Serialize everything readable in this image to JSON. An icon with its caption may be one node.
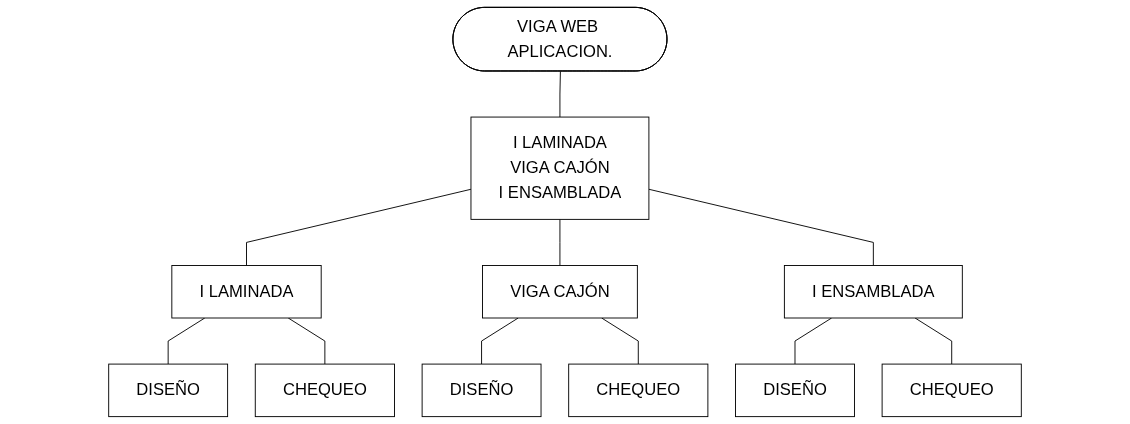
{
  "diagram": {
    "nodes": [
      {
        "text": [
          "VIGA WEB APLICACION."
        ]
      },
      {
        "text": [
          "I LAMINADA",
          "VIGA CAJÓN",
          "I ENSAMBLADA"
        ]
      },
      {
        "text": [
          "I LAMINADA"
        ]
      },
      {
        "text": [
          "VIGA CAJÓN"
        ]
      },
      {
        "text": [
          "I ENSAMBLADA"
        ]
      },
      {
        "text": [
          "DISEÑO"
        ]
      },
      {
        "text": [
          "CHEQUEO"
        ]
      },
      {
        "text": [
          "DISEÑO"
        ]
      },
      {
        "text": [
          "CHEQUEO"
        ]
      },
      {
        "text": [
          "DISEÑO"
        ]
      },
      {
        "text": [
          "CHEQUEO"
        ]
      }
    ],
    "edges": [
      {
        "from": 0,
        "to": 1,
        "arrow": "none"
      },
      {
        "from": 1,
        "to": 2,
        "arrow": "none"
      },
      {
        "from": 1,
        "to": 3,
        "arrow": "none"
      },
      {
        "from": 1,
        "to": 4,
        "arrow": "none"
      },
      {
        "from": 2,
        "to": 5,
        "arrow": "none"
      },
      {
        "from": 2,
        "to": 6,
        "arrow": "none"
      },
      {
        "from": 3,
        "to": 7,
        "arrow": "none"
      },
      {
        "from": 3,
        "to": 8,
        "arrow": "none"
      },
      {
        "from": 4,
        "to": 9,
        "arrow": "none"
      },
      {
        "from": 4,
        "to": 10,
        "arrow": "none"
      }
    ]
  }
}
